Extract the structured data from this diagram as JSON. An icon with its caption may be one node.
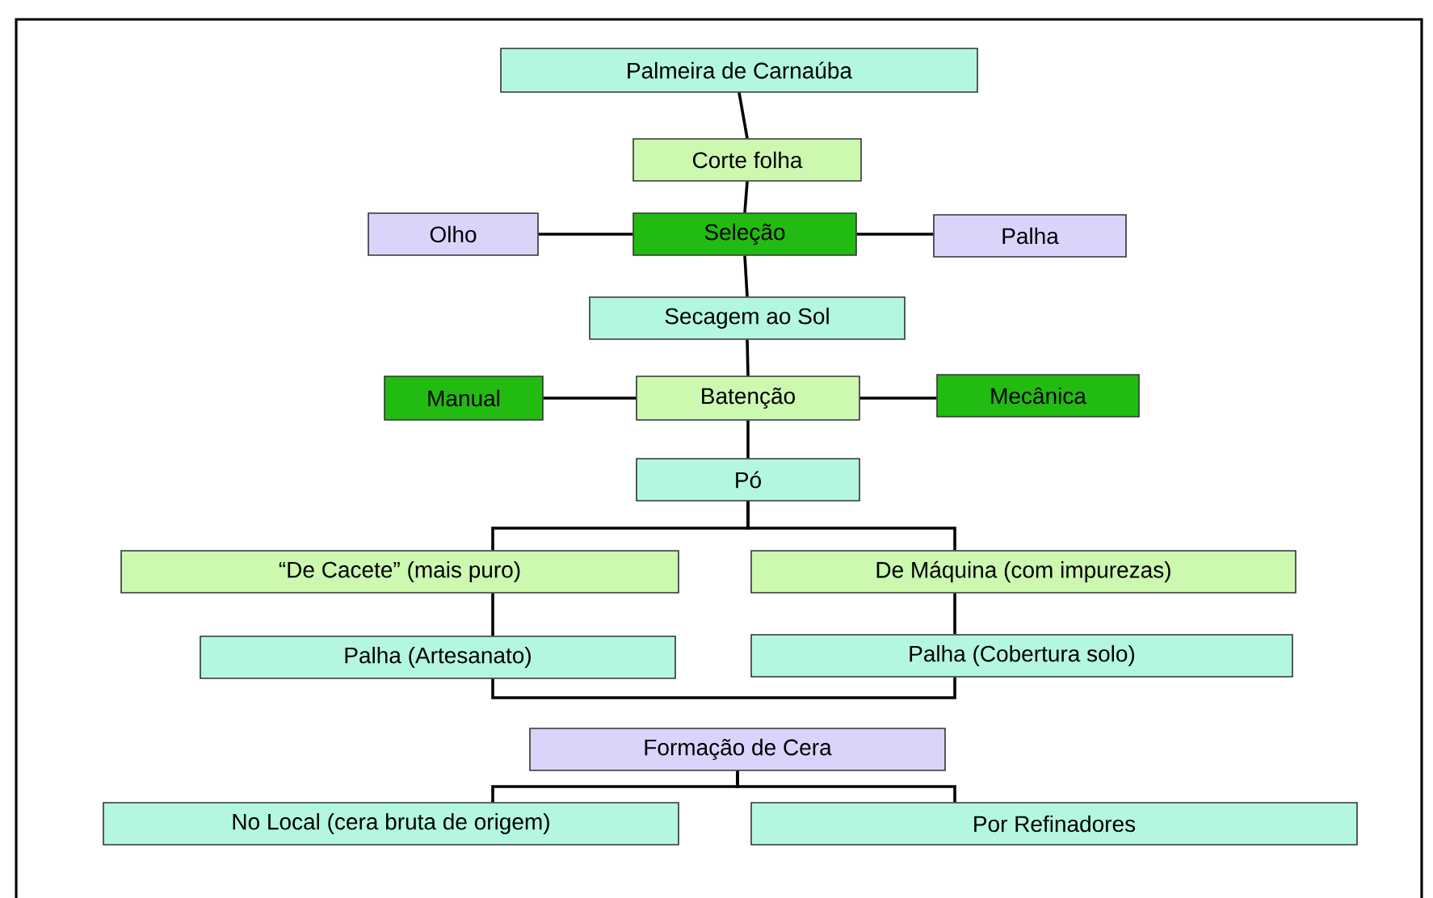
{
  "diagram": {
    "nodes": [
      {
        "text": [
          "Palmeira de Carnaúba"
        ]
      },
      {
        "text": [
          "Corte folha"
        ]
      },
      {
        "text": [
          "Olho"
        ]
      },
      {
        "text": [
          "Seleção"
        ]
      },
      {
        "text": [
          "Palha"
        ]
      },
      {
        "text": [
          "Secagem ao Sol"
        ]
      },
      {
        "text": [
          "Manual"
        ]
      },
      {
        "text": [
          "Batenção"
        ]
      },
      {
        "text": [
          "Mecânica"
        ]
      },
      {
        "text": [
          "Pó"
        ]
      },
      {
        "text": [
          "“De Cacete” (mais puro)"
        ]
      },
      {
        "text": [
          "De Máquina (com impurezas)"
        ]
      },
      {
        "text": [
          "Palha (Artesanato)"
        ]
      },
      {
        "text": [
          "Palha (Cobertura solo)"
        ]
      },
      {
        "text": [
          "Formação de Cera"
        ]
      },
      {
        "text": [
          "No Local (cera bruta de origem)"
        ]
      },
      {
        "text": [
          "Por Refinadores"
        ]
      }
    ],
    "edges": [
      {
        "from": 0,
        "to": 1,
        "arrow": "none"
      },
      {
        "from": 1,
        "to": 3,
        "arrow": "none"
      },
      {
        "from": 3,
        "to": 2,
        "arrow": "none"
      },
      {
        "from": 3,
        "to": 4,
        "arrow": "none"
      },
      {
        "from": 3,
        "to": 5,
        "arrow": "none"
      },
      {
        "from": 5,
        "to": 7,
        "arrow": "none"
      },
      {
        "from": 7,
        "to": 6,
        "arrow": "none"
      },
      {
        "from": 7,
        "to": 8,
        "arrow": "none"
      },
      {
        "from": 7,
        "to": 9,
        "arrow": "none"
      },
      {
        "from": 9,
        "to": 10,
        "arrow": "none"
      },
      {
        "from": 9,
        "to": 11,
        "arrow": "none"
      },
      {
        "from": 10,
        "to": 12,
        "arrow": "none"
      },
      {
        "from": 11,
        "to": 13,
        "arrow": "none"
      },
      {
        "from": 12,
        "to": 13,
        "arrow": "none"
      },
      {
        "from": 14,
        "to": 15,
        "arrow": "none"
      },
      {
        "from": 14,
        "to": 16,
        "arrow": "none"
      }
    ]
  }
}
